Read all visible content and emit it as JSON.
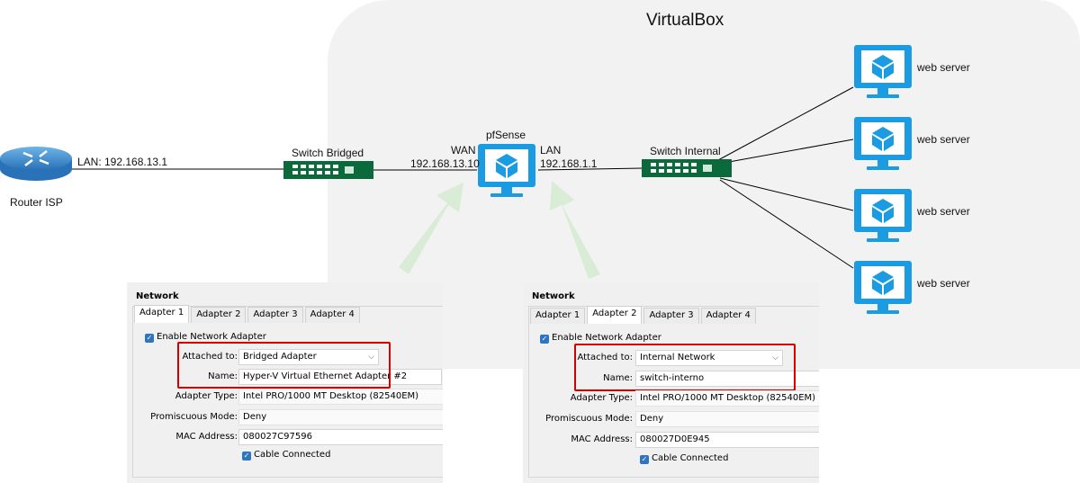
{
  "title": "VirtualBox",
  "nodes": {
    "router": {
      "label": "Router ISP",
      "lan": "LAN: 192.168.13.1"
    },
    "switch_bridged": {
      "label": "Switch Bridged"
    },
    "pfsense": {
      "label": "pfSense",
      "wan_label": "WAN",
      "wan_ip": "192.168.13.10",
      "lan_label": "LAN",
      "lan_ip": "192.168.1.1"
    },
    "switch_internal": {
      "label": "Switch Internal"
    },
    "servers": [
      {
        "label": "web server"
      },
      {
        "label": "web server"
      },
      {
        "label": "web server"
      },
      {
        "label": "web server"
      }
    ]
  },
  "panels": [
    {
      "header": "Network",
      "tabs": [
        "Adapter 1",
        "Adapter 2",
        "Adapter 3",
        "Adapter 4"
      ],
      "active_tab": 0,
      "enable_label": "Enable Network Adapter",
      "attached_label": "Attached to:",
      "attached_value": "Bridged Adapter",
      "name_label": "Name:",
      "name_value": "Hyper-V Virtual Ethernet Adapter #2",
      "adapter_type_label": "Adapter Type:",
      "adapter_type_value": "Intel PRO/1000 MT Desktop (82540EM)",
      "promiscuous_label": "Promiscuous Mode:",
      "promiscuous_value": "Deny",
      "mac_label": "MAC Address:",
      "mac_value": "080027C97596",
      "cable_label": "Cable Connected"
    },
    {
      "header": "Network",
      "tabs": [
        "Adapter 1",
        "Adapter 2",
        "Adapter 3",
        "Adapter 4"
      ],
      "active_tab": 1,
      "enable_label": "Enable Network Adapter",
      "attached_label": "Attached to:",
      "attached_value": "Internal Network",
      "name_label": "Name:",
      "name_value": "switch-interno",
      "adapter_type_label": "Adapter Type:",
      "adapter_type_value": "Intel PRO/1000 MT Desktop (82540EM)",
      "promiscuous_label": "Promiscuous Mode:",
      "promiscuous_value": "Deny",
      "mac_label": "MAC Address:",
      "mac_value": "080027D0E945",
      "cable_label": "Cable Connected"
    }
  ],
  "colors": {
    "virtualbox_bg": "#f2f2f2",
    "switch": "#0b6a3c",
    "vm_icon": "#1b9ce2",
    "router": "#3b8fd2",
    "arrow": "#d9ecd6",
    "highlight": "#d40000"
  },
  "icons": {
    "vm": "vm-monitor-icon",
    "switch": "switch-icon",
    "router": "router-icon",
    "check": "check-icon",
    "chevron": "chevron-down-icon"
  }
}
